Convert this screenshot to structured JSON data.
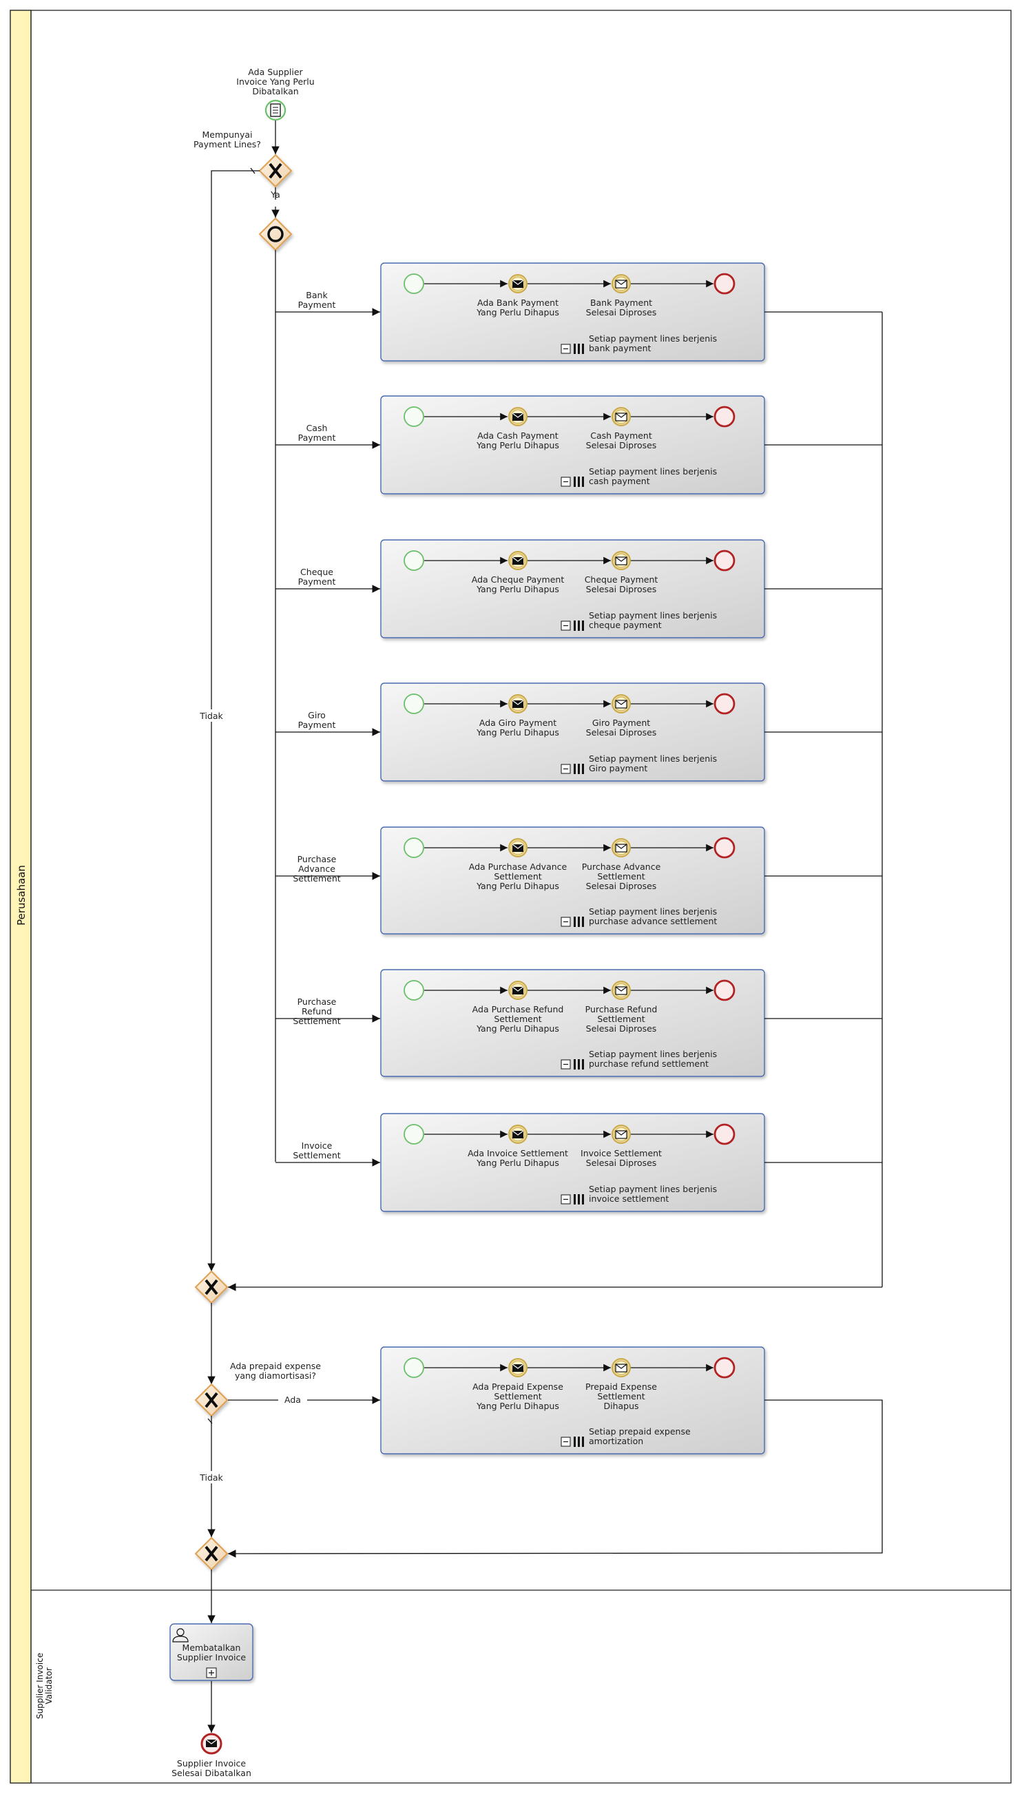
{
  "pool": {
    "name": "Perusahaan"
  },
  "lanes": [
    {
      "name": "Perusahaan"
    },
    {
      "name_lines": [
        "Supplier Invoice",
        "Validator"
      ]
    }
  ],
  "start_event": {
    "lines": [
      "Ada Supplier",
      "Invoice Yang Perlu",
      "Dibatalkan"
    ]
  },
  "gateway_payment_lines": {
    "lines": [
      "Mempunyai",
      "Payment Lines?"
    ],
    "yes": "Ya",
    "no": "Tidak"
  },
  "branches": [
    {
      "label": [
        "Bank",
        "Payment"
      ],
      "msg1": [
        "Ada Bank Payment",
        "Yang Perlu Dihapus"
      ],
      "msg2": [
        "Bank Payment",
        "Selesai Diproses"
      ],
      "loop": [
        "Setiap payment lines berjenis",
        "bank payment"
      ]
    },
    {
      "label": [
        "Cash",
        "Payment"
      ],
      "msg1": [
        "Ada Cash Payment",
        "Yang Perlu Dihapus"
      ],
      "msg2": [
        "Cash Payment",
        "Selesai Diproses"
      ],
      "loop": [
        "Setiap payment lines berjenis",
        "cash payment"
      ]
    },
    {
      "label": [
        "Cheque",
        "Payment"
      ],
      "msg1": [
        "Ada Cheque Payment",
        "Yang Perlu Dihapus"
      ],
      "msg2": [
        "Cheque Payment",
        "Selesai Diproses"
      ],
      "loop": [
        "Setiap payment lines berjenis",
        "cheque payment"
      ]
    },
    {
      "label": [
        "Giro",
        "Payment"
      ],
      "msg1": [
        "Ada Giro Payment",
        "Yang Perlu Dihapus"
      ],
      "msg2": [
        "Giro Payment",
        "Selesai Diproses"
      ],
      "loop": [
        "Setiap payment lines berjenis",
        "Giro payment"
      ]
    },
    {
      "label": [
        "Purchase",
        "Advance",
        "Settlement"
      ],
      "msg1": [
        "Ada Purchase Advance",
        "Settlement",
        "Yang Perlu Dihapus"
      ],
      "msg2": [
        "Purchase Advance",
        "Settlement",
        "Selesai Diproses"
      ],
      "loop": [
        "Setiap payment lines berjenis",
        "purchase advance settlement"
      ]
    },
    {
      "label": [
        "Purchase",
        "Refund",
        "Settlement"
      ],
      "msg1": [
        "Ada Purchase Refund",
        "Settlement",
        "Yang Perlu Dihapus"
      ],
      "msg2": [
        "Purchase Refund",
        "Settlement",
        "Selesai Diproses"
      ],
      "loop": [
        "Setiap payment lines berjenis",
        "purchase refund settlement"
      ]
    },
    {
      "label": [
        "Invoice",
        "Settlement"
      ],
      "msg1": [
        "Ada Invoice Settlement",
        "Yang Perlu Dihapus"
      ],
      "msg2": [
        "Invoice Settlement",
        "Selesai Diproses"
      ],
      "loop": [
        "Setiap payment lines berjenis",
        "invoice settlement"
      ]
    }
  ],
  "gateway_prepaid": {
    "lines": [
      "Ada prepaid expense",
      "yang diamortisasi?"
    ],
    "yes": "Ada",
    "no": "Tidak"
  },
  "prepaid_subprocess": {
    "msg1": [
      "Ada Prepaid Expense",
      "Settlement",
      "Yang Perlu Dihapus"
    ],
    "msg2": [
      "Prepaid Expense",
      "Settlement",
      "Dihapus"
    ],
    "loop": [
      "Setiap prepaid expense",
      "amortization"
    ]
  },
  "user_task": {
    "lines": [
      "Membatalkan",
      "Supplier Invoice"
    ]
  },
  "end_event": {
    "lines": [
      "Supplier Invoice",
      "Selesai Dibatalkan"
    ]
  },
  "colors": {
    "lane_header": "#fff5b8",
    "start_stroke": "#6abf69",
    "end_stroke": "#b22222",
    "intermediate_fill": "#f4e7b0",
    "intermediate_stroke": "#c9a94a",
    "gateway_fill": "#fbecd9",
    "gateway_stroke": "#e0a050",
    "subprocess_stroke": "#4a6bb0"
  }
}
